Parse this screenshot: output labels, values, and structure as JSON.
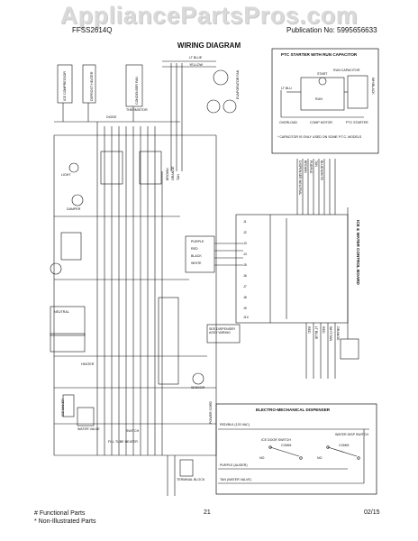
{
  "header": {
    "watermark": "AppliancePartsPros.com",
    "model": "FFSS2614Q",
    "publication": "Publication No: 5995656633",
    "title": "WIRING DIAGRAM"
  },
  "ptc_panel": {
    "title": "PTC STARTER WITH RUN CAPACITOR",
    "labels": {
      "start": "START",
      "lt_blu": "LT BLU",
      "run": "RUN",
      "overload": "OVERLOAD",
      "comp_motor": "COMP MOTOR",
      "ptc_starter": "PTC STARTER",
      "run_capacitor": "RUN CAPACITOR",
      "wh_black": "WH/BLACK"
    },
    "note": "* CAPACITOR IS ONLY USED ON SOME P.T.C. MODELS"
  },
  "dispenser_panel": {
    "title": "ELECTRO-MECHANICAL DISPENSER",
    "labels": {
      "red_blk": "RED/BLK (120 VAC)",
      "ice_door": "ICE DOOR SWITCH",
      "water_disp": "WATER DISP SWITCH",
      "comm1": "COMM",
      "no1": "NO",
      "comm2": "COMM",
      "no2": "NO",
      "purple": "PURPLE (AUGER)",
      "tan": "TAN (WATER VALVE)"
    }
  },
  "control_board": {
    "label": "ICE & WATER CONTROL BOARD",
    "pins": [
      "J1",
      "J2",
      "J3",
      "J4",
      "J5",
      "J6",
      "J7",
      "J8",
      "J9",
      "J10"
    ],
    "pin_wires": [
      "DISPENSER NEUTRAL",
      "BROWN",
      "PURPLE",
      "TAN",
      "BLUE/WHITE",
      "RED",
      "LT BLUE",
      "RED",
      "WHT/TAN",
      "ORANGE"
    ]
  },
  "left_labels": {
    "comp": "ICE COMPRESSOR",
    "defrost": "DEFROST HEATER",
    "cond": "CONDENSER FAN",
    "evap": "EVAPORATOR FAN",
    "light": "LIGHT",
    "damper": "DAMPER",
    "thermistor": "THERMISTOR",
    "diode": "DIODE",
    "lt_blue": "LT BLUE",
    "yellow": "YELLOW",
    "purple": "PURPLE",
    "red": "RED",
    "black": "BLACK",
    "white": "WHITE",
    "brown": "BROWN",
    "orange": "ORANGE",
    "tan": "TAN",
    "see_dispenser": "SEE DISPENSER ASSY WIRING",
    "neutral": "NEUTRAL",
    "ice_maker": "ICE MAKER",
    "water_valve": "WATER VALVE",
    "heater": "HEATER",
    "sensor": "SENSOR",
    "switch": "SWITCH",
    "fill_tube": "FILL TUBE HEATER",
    "terminal": "TERMINAL BLOCK",
    "power_cord": "POWER CORD"
  },
  "footer": {
    "line1": "# Functional Parts",
    "line2": "* Non-Illustrated Parts",
    "page": "21",
    "date": "02/15"
  },
  "colors": {
    "ink": "#111111",
    "watermark": "#d9d9d9"
  }
}
